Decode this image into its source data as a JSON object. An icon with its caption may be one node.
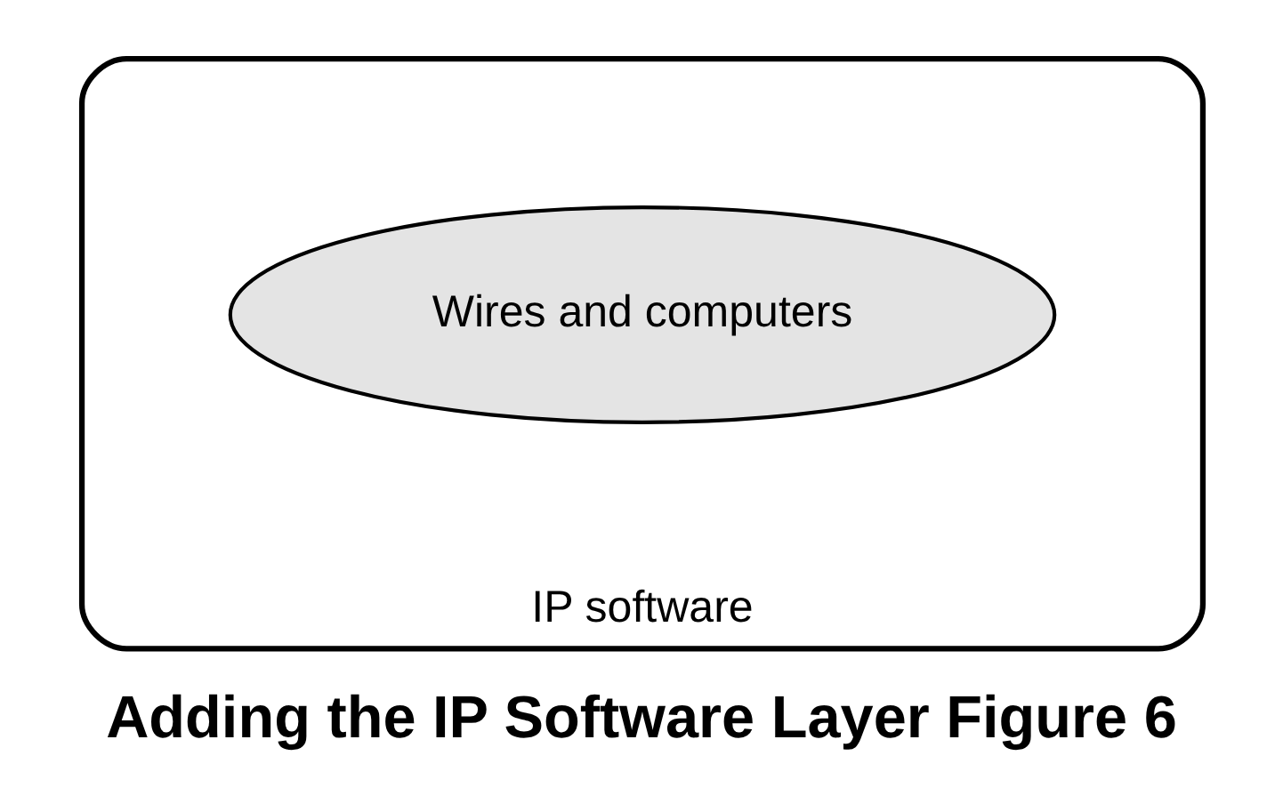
{
  "diagram": {
    "caption": "Adding the IP Software Layer Figure 6",
    "nodes": [
      {
        "text": [
          "IP software"
        ]
      },
      {
        "text": [
          "Wires and computers"
        ],
        "in": 0
      }
    ],
    "edges": []
  }
}
